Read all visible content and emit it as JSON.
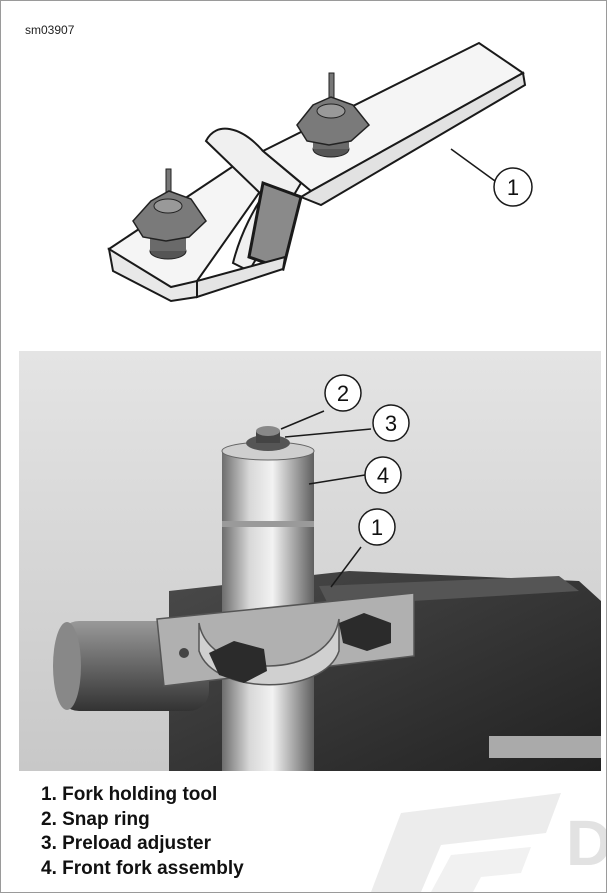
{
  "figure_id": "sm03907",
  "callouts": {
    "top_1": "1",
    "photo_2": "2",
    "photo_3": "3",
    "photo_4": "4",
    "photo_1": "1"
  },
  "legend": [
    "1. Fork holding tool",
    "2. Snap ring",
    "3. Preload adjuster",
    "4. Front fork assembly"
  ],
  "watermark_text": "D",
  "colors": {
    "line": "#1a1a1a",
    "tool_face": "#f3f3f3",
    "window": "#8a8a8a",
    "photo_bg": "#dcdcdc",
    "vise": "#3a3a3a",
    "tube": "#b8b8b8"
  }
}
